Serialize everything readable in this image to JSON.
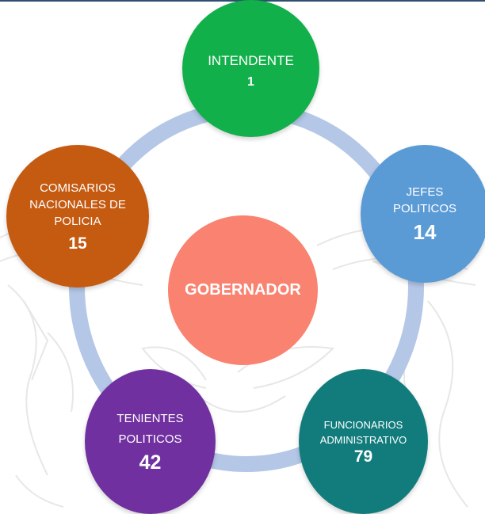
{
  "center": {
    "label": "GOBERNADOR",
    "color": "#f98270"
  },
  "nodes": [
    {
      "label": "INTENDENTE",
      "value": "1",
      "color": "#12b04a"
    },
    {
      "label": "JEFES\nPOLITICOS",
      "value": "14",
      "color": "#5a9bd6"
    },
    {
      "label": "FUNCIONARIOS\nADMINISTRATIVO",
      "value": "79",
      "color": "#127c7c"
    },
    {
      "label": "TENIENTES\nPOLITICOS",
      "value": "42",
      "color": "#7030a0"
    },
    {
      "label": "COMISARIOS\nNACIONALES DE\nPOLICIA",
      "value": "15",
      "color": "#c55a11"
    }
  ],
  "ring_color": "#b4c7e7"
}
